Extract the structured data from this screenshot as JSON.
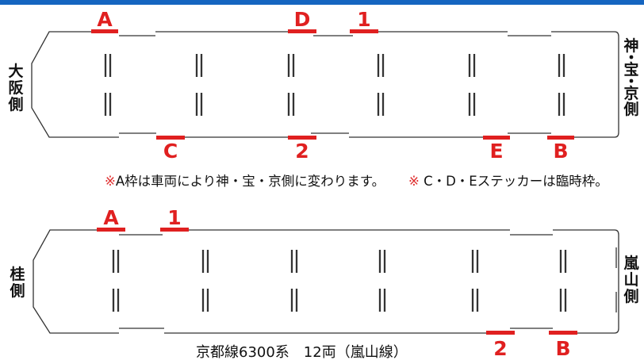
{
  "accent_color": "#1565c0",
  "frame_color": "#e02020",
  "car1": {
    "left_label": [
      "大",
      "阪",
      "側"
    ],
    "right_label": [
      "神",
      "・",
      "宝",
      "・",
      "京",
      "側"
    ],
    "top_frames": [
      "A",
      "D",
      "1"
    ],
    "bottom_frames": [
      "C",
      "2",
      "E",
      "B"
    ]
  },
  "notes": {
    "note1_mark": "※",
    "note1_text": "A枠は車両により神・宝・京側に変わります。",
    "note2_mark": "※",
    "note2_text": " C・D・Eステッカーは臨時枠。"
  },
  "car2": {
    "left_label": [
      "桂",
      "側"
    ],
    "right_label": [
      "嵐",
      "山",
      "側"
    ],
    "top_frames": [
      "A",
      "1"
    ],
    "bottom_frames": [
      "2",
      "B"
    ]
  },
  "caption": "京都線6300系　12両（嵐山線）"
}
